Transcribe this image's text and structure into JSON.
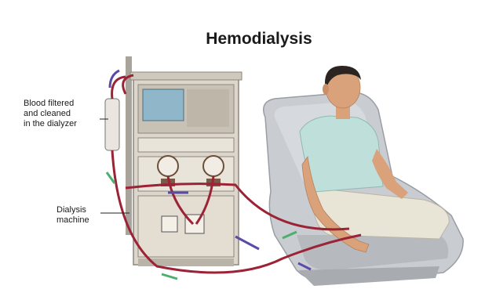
{
  "title": "Hemodialysis",
  "labels": {
    "dialyzer": [
      "Blood filtered",
      "and cleaned",
      "in the dialyzer"
    ],
    "machine": [
      "Dialysis",
      "machine"
    ]
  },
  "colors": {
    "blood_line": "#9b2335",
    "return_arrow": "#5a4ba8",
    "flow_arrow": "#4caf6e",
    "machine_body": "#dcd6cc",
    "chair": "#c9ccd0",
    "skin": "#d9a27a",
    "shirt": "#bfe0da",
    "pants": "#e8e4d6"
  }
}
